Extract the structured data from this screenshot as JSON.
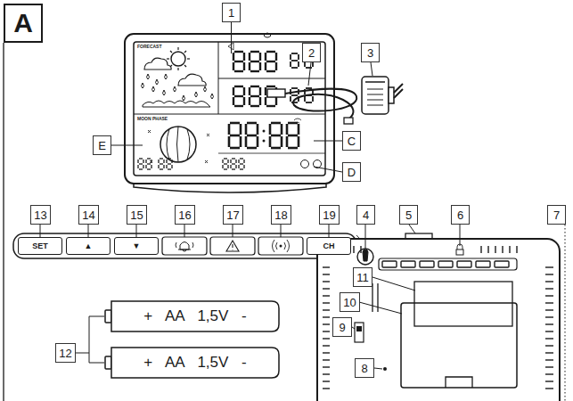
{
  "diagram": {
    "nodes": [
      {
        "text": [
          "A"
        ]
      },
      {
        "text": [
          "1"
        ]
      },
      {
        "text": [
          "E"
        ]
      },
      {
        "text": [
          "C"
        ]
      },
      {
        "text": [
          "D"
        ]
      },
      {
        "text": [
          "2"
        ]
      },
      {
        "text": [
          "3"
        ]
      },
      {
        "text": [
          "13"
        ]
      },
      {
        "text": [
          "14"
        ]
      },
      {
        "text": [
          "15"
        ]
      },
      {
        "text": [
          "16"
        ]
      },
      {
        "text": [
          "17"
        ]
      },
      {
        "text": [
          "18"
        ]
      },
      {
        "text": [
          "19"
        ]
      },
      {
        "text": [
          "4"
        ]
      },
      {
        "text": [
          "5"
        ]
      },
      {
        "text": [
          "6"
        ]
      },
      {
        "text": [
          "7"
        ]
      },
      {
        "text": [
          "SET"
        ]
      },
      {
        "text": [
          "▲"
        ]
      },
      {
        "text": [
          "▼"
        ]
      },
      {
        "text": [
          "CH"
        ]
      },
      {
        "text": [
          "11"
        ]
      },
      {
        "text": [
          "10"
        ]
      },
      {
        "text": [
          "9"
        ]
      },
      {
        "text": [
          "8"
        ]
      },
      {
        "text": [
          "+ AA 1,5V -"
        ]
      },
      {
        "text": [
          "+ AA 1,5V -"
        ]
      },
      {
        "text": [
          "12"
        ]
      }
    ],
    "labels": [
      "FORECAST",
      "MOON PHASE"
    ]
  }
}
